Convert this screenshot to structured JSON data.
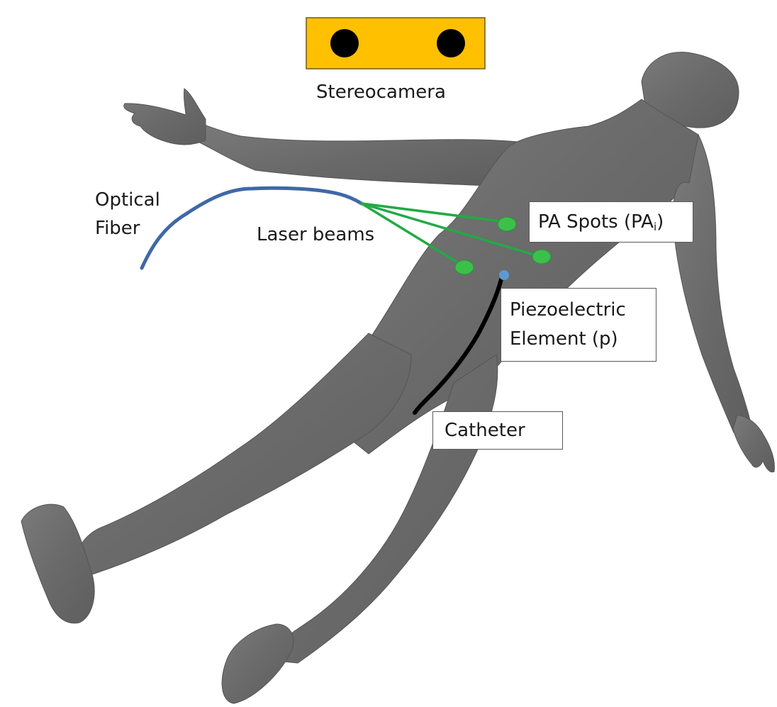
{
  "labels": {
    "stereocamera": "Stereocamera",
    "optical_fiber_line1": "Optical",
    "optical_fiber_line2": "Fiber",
    "laser_beams": "Laser beams",
    "pa_spots_prefix": "PA Spots (PA",
    "pa_spots_subscript": "i",
    "pa_spots_suffix": ")",
    "piezo_line1": "Piezoelectric",
    "piezo_line2": "Element (p)",
    "catheter": "Catheter"
  },
  "colors": {
    "body": "#6d6d6d",
    "camera_body": "#ffc000",
    "camera_lens": "#000000",
    "optical_fiber": "#3f68a8",
    "laser_beam": "#22aa44",
    "pa_spot": "#3cc04a",
    "piezo_element": "#5b9bd5",
    "catheter": "#000000"
  }
}
